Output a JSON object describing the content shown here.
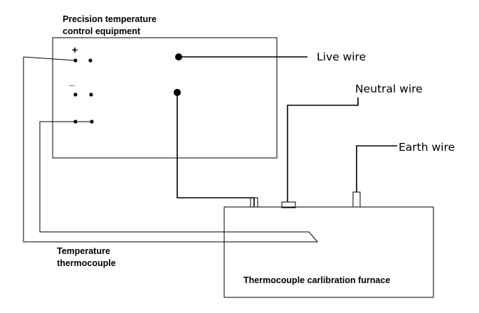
{
  "equipment": {
    "title_line1": "Precision temperature",
    "title_line2": "control equipment",
    "plus_sign": "+",
    "minus_sign": "_"
  },
  "wires": {
    "live": "Live wire",
    "neutral": "Neutral wire",
    "earth": "Earth wire"
  },
  "thermocouple": {
    "label_line1": "Temperature",
    "label_line2": "thermocouple"
  },
  "furnace": {
    "label": "Thermocouple carlibration furnace"
  }
}
